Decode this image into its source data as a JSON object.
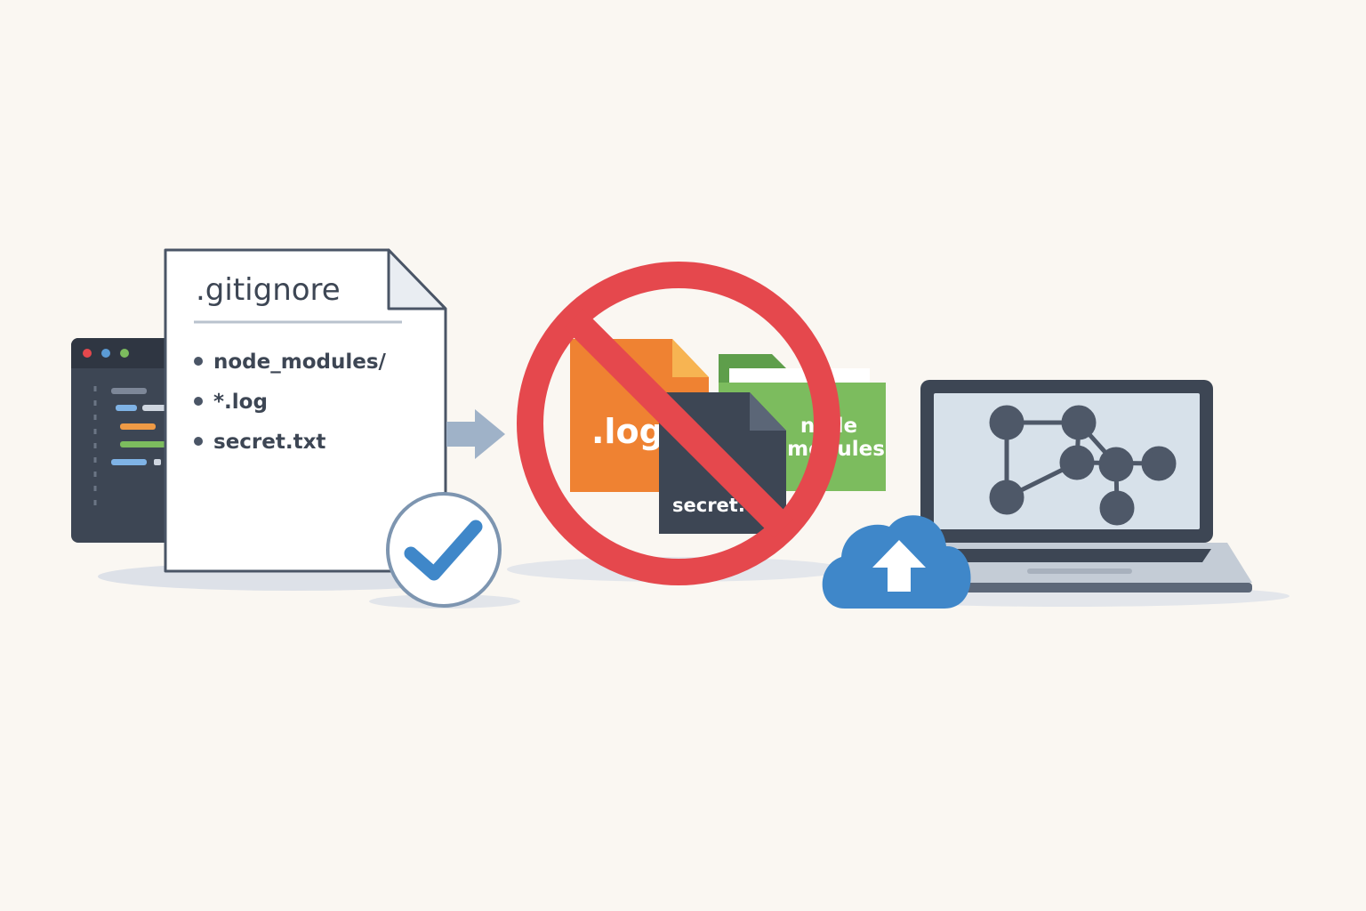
{
  "gitignore_file": {
    "title": ".gitignore",
    "entries": [
      "node_modules/",
      "*.log",
      "secret.txt"
    ]
  },
  "ignored_items": {
    "log_file_label": ".log",
    "secret_file_label": "secret.",
    "folder_label_line1": "node",
    "folder_label_line2": "modules"
  },
  "icons": {
    "editor": "code-editor-window-icon",
    "file": "document-icon",
    "check": "checkmark-icon",
    "arrow": "arrow-right-icon",
    "prohibited": "prohibited-icon",
    "cloud": "cloud-upload-icon",
    "laptop": "laptop-icon",
    "graph": "git-graph-icon"
  },
  "colors": {
    "background": "#faf7f2",
    "dark_slate": "#3d4654",
    "prohibit_red": "#e5484d",
    "log_orange": "#ef8232",
    "folder_green": "#7cbc5e",
    "cloud_blue": "#3f87c9",
    "check_blue": "#3f87c9",
    "arrow_gray": "#9fb2c8"
  }
}
